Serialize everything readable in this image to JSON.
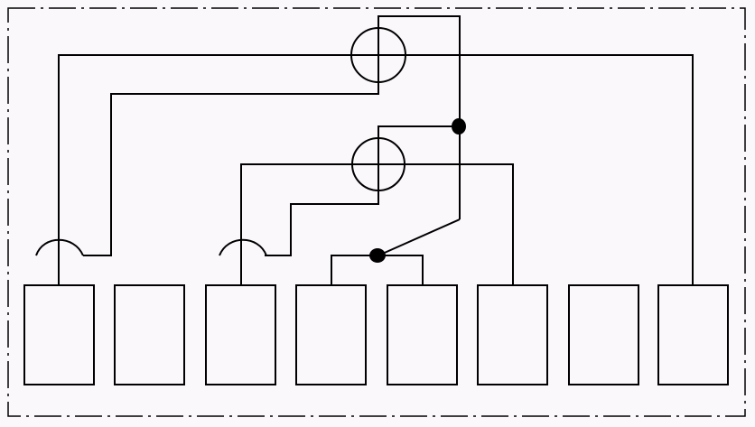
{
  "diagram": {
    "description_free": true,
    "colors": {
      "background": "#fbf8fc",
      "stroke": "#000000",
      "border": "#000000"
    },
    "terminal_blocks": [
      {
        "id": "block-1"
      },
      {
        "id": "block-2"
      },
      {
        "id": "block-3"
      },
      {
        "id": "block-4"
      },
      {
        "id": "block-5"
      },
      {
        "id": "block-6"
      },
      {
        "id": "block-7"
      },
      {
        "id": "block-8"
      }
    ],
    "crossed_circles": [
      {
        "id": "upper"
      },
      {
        "id": "lower"
      }
    ],
    "junction_dots": [
      {
        "id": "upper-junction"
      },
      {
        "id": "lower-junction"
      }
    ],
    "crossover_arcs": [
      {
        "id": "left-arc"
      },
      {
        "id": "middle-arc"
      }
    ]
  }
}
